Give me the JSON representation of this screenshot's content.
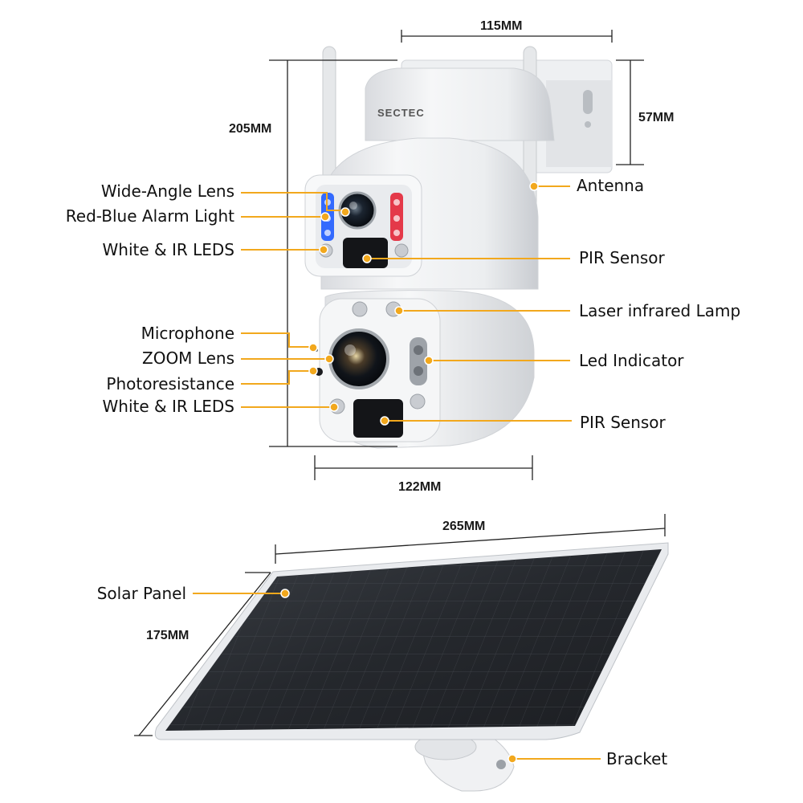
{
  "brand": "SECTEC",
  "colors": {
    "accent": "#f2a81d",
    "camera_body": "#f1f2f4",
    "panel_surface": "#2b2e33",
    "alarm_red": "#e32636",
    "alarm_blue": "#1f5cff"
  },
  "camera": {
    "callouts_left": [
      "Wide-Angle Lens",
      "Red-Blue Alarm Light",
      "White & IR LEDS",
      "Microphone",
      "ZOOM Lens",
      "Photoresistance",
      "White & IR LEDS"
    ],
    "callouts_right": [
      "Antenna",
      "PIR Sensor",
      "Laser infrared Lamp",
      "Led Indicator",
      "PIR Sensor"
    ],
    "dimensions": {
      "top_width": "115MM",
      "mount_height": "57MM",
      "total_height": "205MM",
      "base_width": "122MM"
    }
  },
  "solar": {
    "callouts": [
      "Solar Panel",
      "Bracket"
    ],
    "dimensions": {
      "width": "265MM",
      "height": "175MM"
    }
  }
}
